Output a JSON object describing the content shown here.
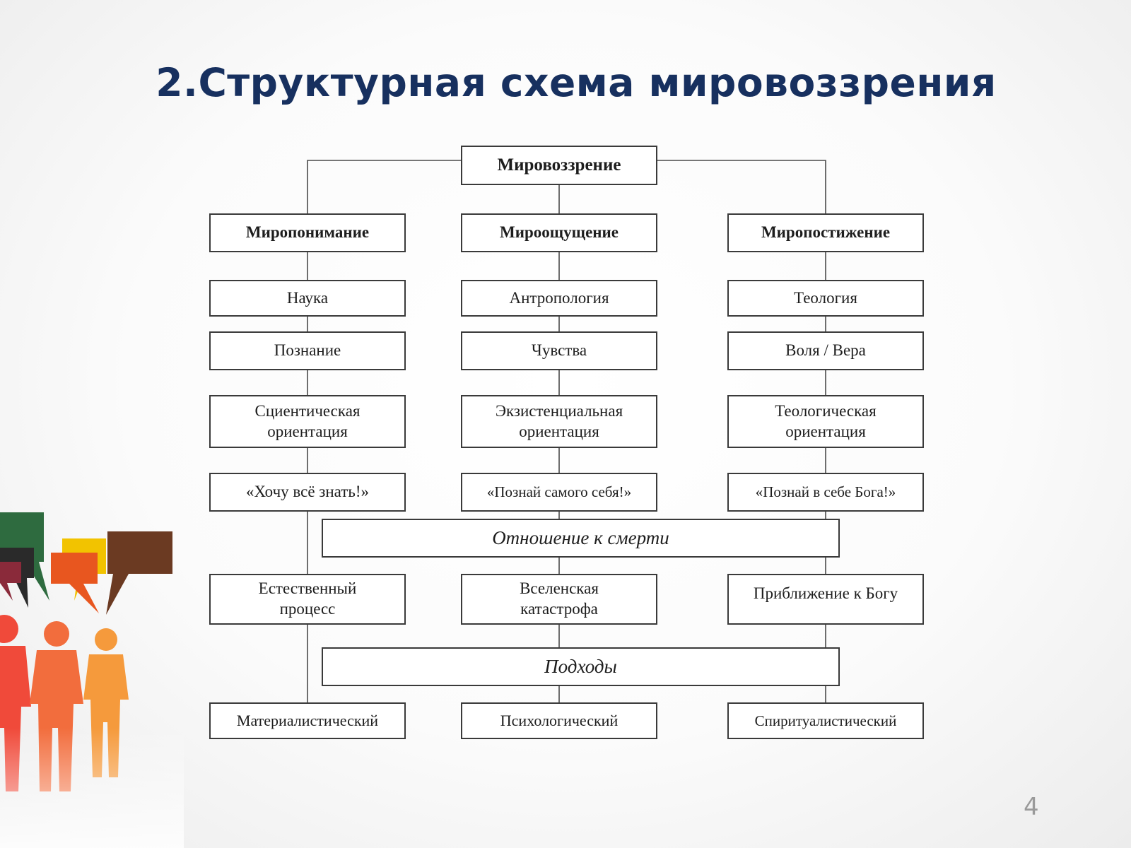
{
  "slide": {
    "title": "2.Структурная схема мировоззрения",
    "page_number": "4"
  },
  "diagram": {
    "root": "Мировоззрение",
    "columns": [
      {
        "header": "Миропонимание",
        "discipline": "Наука",
        "faculty": "Познание",
        "orientation": "Сциентическая ориентация",
        "motto": "«Хочу всё знать!»",
        "death_view": "Естественный процесс",
        "approach": "Материалистический"
      },
      {
        "header": "Мироощущение",
        "discipline": "Антропология",
        "faculty": "Чувства",
        "orientation": "Экзистенциальная ориентация",
        "motto": "«Познай самого себя!»",
        "death_view": "Вселенская катастрофа",
        "approach": "Психологический"
      },
      {
        "header": "Миропостижение",
        "discipline": "Теология",
        "faculty": "Воля / Вера",
        "orientation": "Теологическая ориентация",
        "motto": "«Познай в себе Бога!»",
        "death_view": "Приближение к Богу",
        "approach": "Спиритуалистический"
      }
    ],
    "bands": {
      "death": "Отношение к смерти",
      "approaches": "Подходы"
    }
  },
  "colors": {
    "title": "#17305f",
    "box_border": "#3a3a3a",
    "bubble_1": "#2e6b3f",
    "bubble_2": "#2a2a2a",
    "bubble_3": "#f2c300",
    "bubble_4": "#e8561f",
    "bubble_5": "#6b3a22",
    "person_1": "#f04a3a",
    "person_2": "#f26d3d",
    "person_3": "#f59a3c"
  },
  "decoration": "people-with-speech-bubbles-icon"
}
